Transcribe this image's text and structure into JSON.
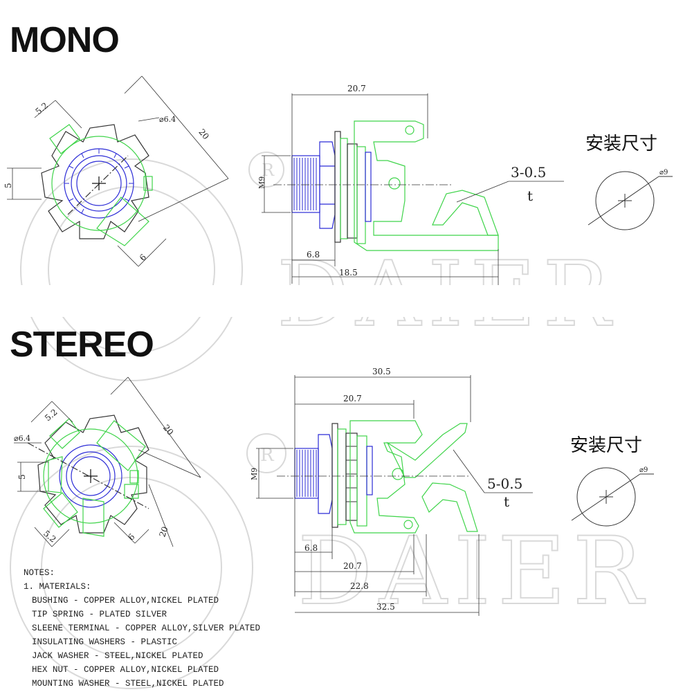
{
  "mono": {
    "heading": "MONO",
    "dims": {
      "w52": "5.2",
      "d64": "⌀6.4",
      "d20": "20",
      "d5": "5",
      "d6": "6",
      "m9": "M9",
      "d207": "20.7",
      "d68": "6.8",
      "d185": "18.5",
      "thick": "3-0.5",
      "t": "t",
      "d9": "⌀9"
    },
    "install_label": "安装尺寸"
  },
  "stereo": {
    "heading": "STEREO",
    "dims": {
      "w52a": "5.2",
      "w52b": "5.2",
      "d64": "⌀6.4",
      "d20a": "20",
      "d20b": "20",
      "d5": "5",
      "d6": "6",
      "m9": "M9",
      "d305": "30.5",
      "d207a": "20.7",
      "d207b": "20.7",
      "d68": "6.8",
      "d228": "22.8",
      "d325": "32.5",
      "thick": "5-0.5",
      "t": "t",
      "d9": "⌀9"
    },
    "install_label": "安装尺寸"
  },
  "watermark": {
    "letter_r": "R",
    "brand_top": "DAIER",
    "brand_bottom": "DAIER"
  },
  "notes": {
    "title": "NOTES:",
    "section": "1. MATERIALS:",
    "items": [
      "BUSHING - COPPER ALLOY,NICKEL PLATED",
      "TIP SPRING - PLATED SILVER",
      "SLEENE TERMINAL - COPPER ALLOY,SILVER PLATED",
      "INSULATING WASHERS - PLASTIC",
      "JACK WASHER - STEEL,NICKEL PLATED",
      "HEX NUT - COPPER ALLOY,NICKEL PLATED",
      "MOUNTING WASHER - STEEL,NICKEL PLATED"
    ]
  },
  "colors": {
    "green": "#3fd44a",
    "blue": "#2b2bd6",
    "line": "#333333",
    "watermark": "#d9d9d9"
  }
}
